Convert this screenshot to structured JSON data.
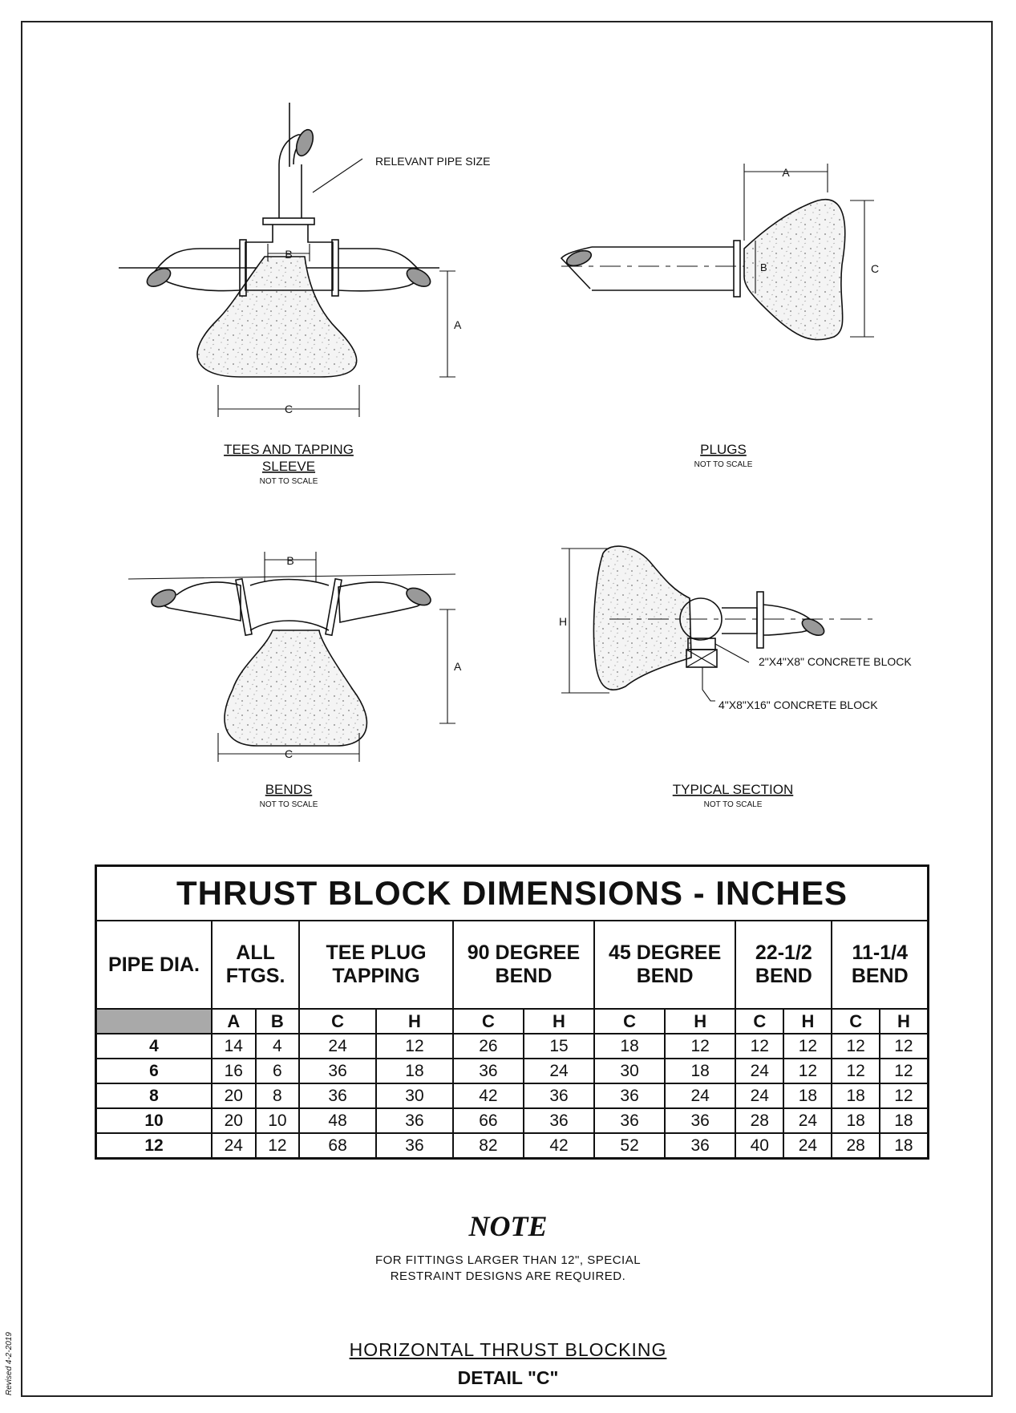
{
  "diagrams": {
    "tees": {
      "title_line1": "TEES AND TAPPING",
      "title_line2": "SLEEVE",
      "scale": "NOT TO SCALE",
      "callout": "RELEVANT PIPE SIZE",
      "dim_a": "A",
      "dim_b": "B",
      "dim_c": "C"
    },
    "plugs": {
      "title": "PLUGS",
      "scale": "NOT TO SCALE",
      "dim_a": "A",
      "dim_b": "B",
      "dim_c": "C"
    },
    "bends": {
      "title": "BENDS",
      "scale": "NOT TO SCALE",
      "dim_a": "A",
      "dim_b": "B",
      "dim_c": "C"
    },
    "section": {
      "title": "TYPICAL SECTION",
      "scale": "NOT TO SCALE",
      "dim_h": "H",
      "callout_1": "2\"X4\"X8\" CONCRETE BLOCK",
      "callout_2": "4\"X8\"X16\" CONCRETE BLOCK"
    }
  },
  "table": {
    "title": "THRUST BLOCK DIMENSIONS - INCHES",
    "groups": [
      {
        "id": "pipe",
        "label": "PIPE DIA."
      },
      {
        "id": "all",
        "label": "ALL FTGS."
      },
      {
        "id": "tee",
        "label": "TEE PLUG TAPPING"
      },
      {
        "id": "d90",
        "label": "90 DEGREE BEND"
      },
      {
        "id": "d45",
        "label": "45 DEGREE BEND"
      },
      {
        "id": "d22",
        "label": "22-1/2 BEND"
      },
      {
        "id": "d11",
        "label": "11-1/4 BEND"
      }
    ],
    "subheaders": [
      "A",
      "B",
      "C",
      "H",
      "C",
      "H",
      "C",
      "H",
      "C",
      "H",
      "C",
      "H"
    ],
    "rows": [
      {
        "dia": "4",
        "values": [
          "14",
          "4",
          "24",
          "12",
          "26",
          "15",
          "18",
          "12",
          "12",
          "12",
          "12",
          "12"
        ]
      },
      {
        "dia": "6",
        "values": [
          "16",
          "6",
          "36",
          "18",
          "36",
          "24",
          "30",
          "18",
          "24",
          "12",
          "12",
          "12"
        ]
      },
      {
        "dia": "8",
        "values": [
          "20",
          "8",
          "36",
          "30",
          "42",
          "36",
          "36",
          "24",
          "24",
          "18",
          "18",
          "12"
        ]
      },
      {
        "dia": "10",
        "values": [
          "20",
          "10",
          "48",
          "36",
          "66",
          "36",
          "36",
          "36",
          "28",
          "24",
          "18",
          "18"
        ]
      },
      {
        "dia": "12",
        "values": [
          "24",
          "12",
          "68",
          "36",
          "82",
          "42",
          "52",
          "36",
          "40",
          "24",
          "28",
          "18"
        ]
      }
    ]
  },
  "note": {
    "title": "NOTE",
    "line1": "FOR FITTINGS LARGER THAN 12\", SPECIAL",
    "line2": "RESTRAINT DESIGNS ARE REQUIRED."
  },
  "drawing_title": "HORIZONTAL THRUST BLOCKING",
  "detail": "DETAIL \"C\"",
  "revised": "Revised 4-2-2019"
}
